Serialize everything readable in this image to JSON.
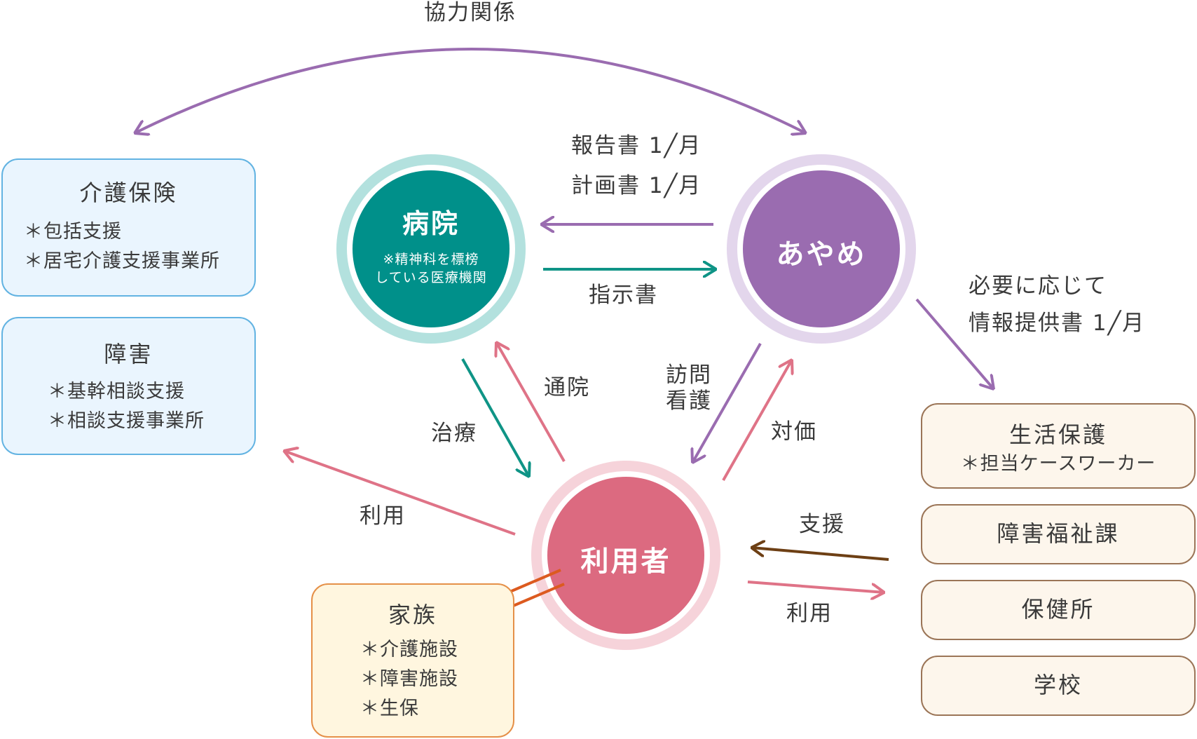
{
  "nodes": {
    "hospital": {
      "title": "病院",
      "note_line1": "※精神科を標榜",
      "note_line2": "している医療機関"
    },
    "ayame": {
      "title": "あやめ"
    },
    "user": {
      "title": "利用者"
    }
  },
  "boxes": {
    "care_insurance": {
      "title": "介護保険",
      "items": [
        "＊包括支援",
        "＊居宅介護支援事業所"
      ]
    },
    "disability": {
      "title": "障害",
      "items": [
        "＊基幹相談支援",
        "＊相談支援事業所"
      ]
    },
    "family": {
      "title": "家族",
      "items": [
        "＊介護施設",
        "＊障害施設",
        "＊生保"
      ]
    },
    "welfare": {
      "title": "生活保護",
      "items": [
        "＊担当ケースワーカー"
      ]
    },
    "disability_welfare_section": {
      "title": "障害福祉課"
    },
    "health_center": {
      "title": "保健所"
    },
    "school": {
      "title": "学校"
    }
  },
  "labels": {
    "cooperation": "協力関係",
    "report": "報告書 1╱月",
    "plan": "計画書 1╱月",
    "instruction": "指示書",
    "as_needed": "必要に応じて",
    "info_provision": "情報提供書 1╱月",
    "visit_line1": "訪問",
    "visit_line2": "看護",
    "payment": "対価",
    "outpatient": "通院",
    "treatment": "治療",
    "use_left": "利用",
    "support": "支援",
    "use_right": "利用"
  },
  "colors": {
    "hospital": "#00908a",
    "hospital_ring": "#b3e1de",
    "ayame": "#9a6cb0",
    "ayame_ring": "#e3d6ec",
    "user": "#dc6a80",
    "user_ring": "#f6d3da",
    "arrow_purple": "#9a6cb0",
    "arrow_teal": "#0f9486",
    "arrow_pink": "#df7387",
    "arrow_brown": "#6d3f14",
    "family_link": "#dc5a1f"
  }
}
